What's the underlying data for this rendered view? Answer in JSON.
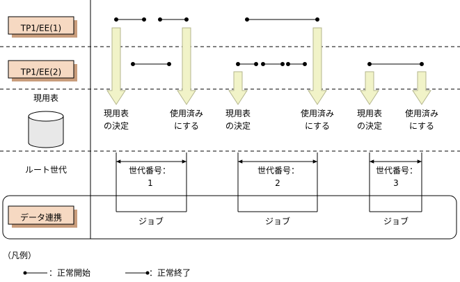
{
  "rows": {
    "tp1_ee1": "TP1/EE(1)",
    "tp1_ee2": "TP1/EE(2)",
    "current_table": "現用表",
    "route_gen": "ルート世代",
    "data_link": "データ連携"
  },
  "cycles": [
    {
      "decide": [
        "現用表",
        "の決定"
      ],
      "used": [
        "使用済み",
        "にする"
      ],
      "gen": [
        "世代番号：",
        "1"
      ],
      "job": "ジョブ"
    },
    {
      "decide": [
        "現用表",
        "の決定"
      ],
      "used": [
        "使用済み",
        "にする"
      ],
      "gen": [
        "世代番号：",
        "2"
      ],
      "job": "ジョブ"
    },
    {
      "decide": [
        "現用表",
        "の決定"
      ],
      "used": [
        "使用済み",
        "にする"
      ],
      "gen": [
        "世代番号：",
        "3"
      ],
      "job": "ジョブ"
    }
  ],
  "legend": {
    "title": "（凡例）",
    "normal_start": "：正常開始",
    "normal_end": "：正常終了"
  },
  "colors": {
    "box_fill": "#f6d9c2",
    "box_shadow": "#c99d7c",
    "arrow_fill": "#f1f3c8",
    "arrow_stroke": "#b4b68e"
  }
}
